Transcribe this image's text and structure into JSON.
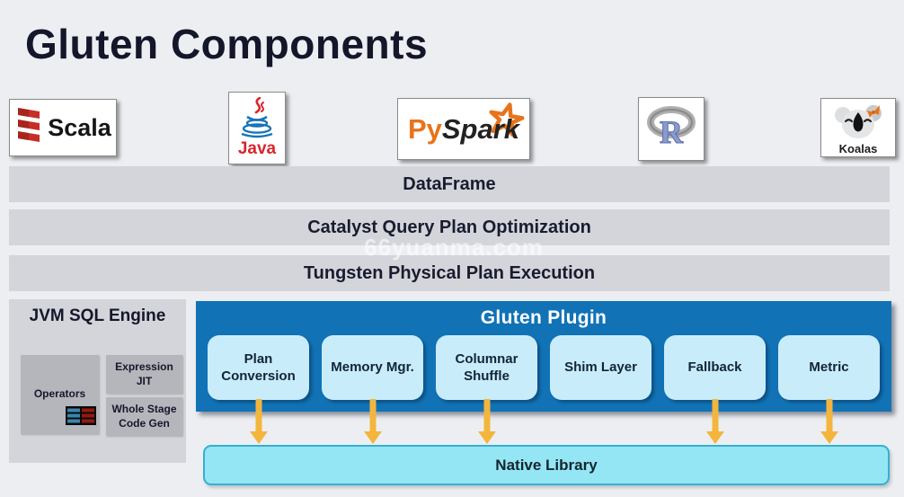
{
  "title": "Gluten Components",
  "watermark": "66yuanma.com",
  "logos": {
    "scala": {
      "label": "Scala",
      "icon": "scala-bars-icon"
    },
    "java": {
      "label": "Java",
      "icon": "java-cup-icon"
    },
    "pyspark": {
      "label_py": "Py",
      "label_spark": "Spark",
      "icon": "spark-star-icon"
    },
    "r": {
      "label": "R",
      "icon": "r-ring-icon"
    },
    "koalas": {
      "label": "Koalas",
      "icon": "koala-icon"
    }
  },
  "layers": [
    {
      "label": "DataFrame"
    },
    {
      "label": "Catalyst Query Plan Optimization"
    },
    {
      "label": "Tungsten Physical Plan Execution"
    }
  ],
  "jvm_engine": {
    "title": "JVM SQL Engine",
    "operators": {
      "label": "Operators",
      "icon": "table-rows-icon"
    },
    "expression_jit": {
      "label": "Expression JIT"
    },
    "whole_stage": {
      "label": "Whole Stage Code Gen"
    }
  },
  "gluten_plugin": {
    "title": "Gluten Plugin",
    "components": [
      {
        "label": "Plan Conversion",
        "arrow_to_native": true
      },
      {
        "label": "Memory Mgr.",
        "arrow_to_native": true
      },
      {
        "label": "Columnar Shuffle",
        "arrow_to_native": true
      },
      {
        "label": "Shim Layer",
        "arrow_to_native": false
      },
      {
        "label": "Fallback",
        "arrow_to_native": true
      },
      {
        "label": "Metric",
        "arrow_to_native": true
      }
    ]
  },
  "native_library": {
    "label": "Native Library"
  },
  "colors": {
    "background": "#edeef2",
    "layer_bar_gray": "#d3d5da",
    "inner_gray": "#b4b6bb",
    "gluten_blue": "#1173b5",
    "component_light_blue": "#c9ecfa",
    "native_fill": "#94e6f4",
    "native_border": "#35b0d1",
    "arrow_orange": "#f4b53d",
    "dark_text": "#14162a"
  }
}
